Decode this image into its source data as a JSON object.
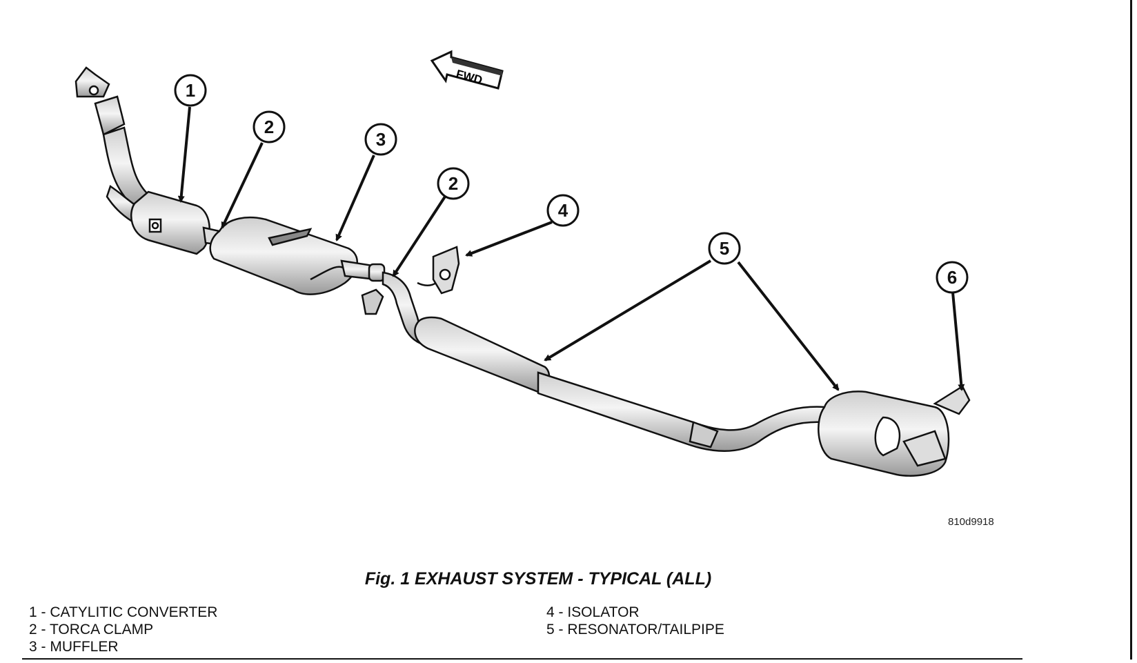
{
  "fwd_label": "FWD",
  "figure_id": "810d9918",
  "caption": "Fig. 1 EXHAUST SYSTEM - TYPICAL (ALL)",
  "callouts": {
    "c1": "1",
    "c2a": "2",
    "c3": "3",
    "c2b": "2",
    "c4": "4",
    "c5": "5",
    "c6": "6"
  },
  "legend": {
    "left": [
      "1 - CATYLITIC CONVERTER",
      "2 - TORCA CLAMP",
      "3 - MUFFLER"
    ],
    "right": [
      "4 - ISOLATOR",
      "5 - RESONATOR/TAILPIPE"
    ]
  }
}
